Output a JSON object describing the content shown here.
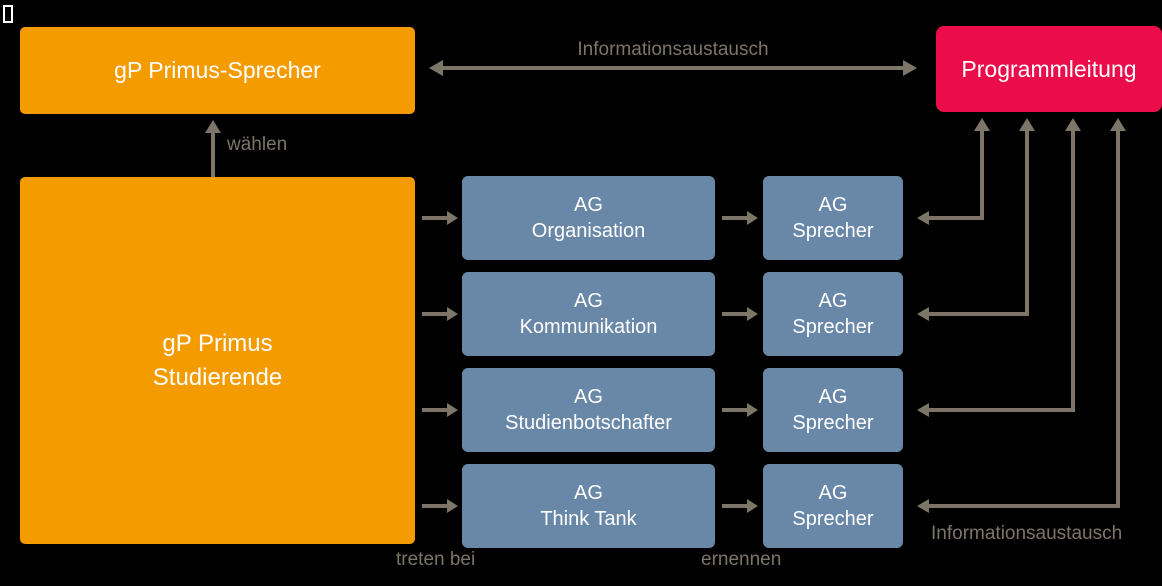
{
  "nodes": {
    "sprecher": {
      "label": "gP Primus-Sprecher"
    },
    "programmleitung": {
      "label": "Programmleitung"
    },
    "studierende": {
      "line1": "gP Primus",
      "line2": "Studierende"
    },
    "ags": [
      {
        "line1": "AG",
        "line2": "Organisation"
      },
      {
        "line1": "AG",
        "line2": "Kommunikation"
      },
      {
        "line1": "AG",
        "line2": "Studienbotschafter"
      },
      {
        "line1": "AG",
        "line2": "Think Tank"
      }
    ],
    "ag_sprecher": [
      {
        "line1": "AG",
        "line2": "Sprecher"
      },
      {
        "line1": "AG",
        "line2": "Sprecher"
      },
      {
        "line1": "AG",
        "line2": "Sprecher"
      },
      {
        "line1": "AG",
        "line2": "Sprecher"
      }
    ]
  },
  "edge_labels": {
    "top_info": "Informationsaustausch",
    "waehlen": "wählen",
    "treten_bei": "treten bei",
    "ernennen": "ernennen",
    "bottom_info": "Informationsaustausch"
  },
  "colors": {
    "orange": "#F49B00",
    "red": "#EB0C4A",
    "blue": "#6987A7",
    "arrow": "#7C7568",
    "label_text": "#7C7568",
    "node_text": "#FFFFFF",
    "background": "#000000"
  }
}
